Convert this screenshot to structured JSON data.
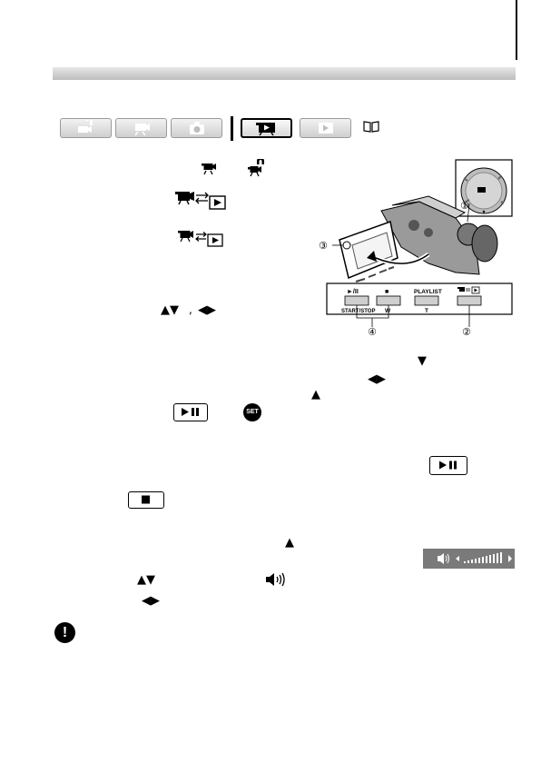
{
  "header": {
    "modes": [
      {
        "name": "dual-shot",
        "active": false
      },
      {
        "name": "movie-record",
        "active": false
      },
      {
        "name": "photo-record",
        "active": false
      },
      {
        "name": "movie-playback",
        "active": true
      },
      {
        "name": "photo-playback",
        "active": false
      }
    ],
    "book_icon": "book-icon"
  },
  "inline_icons": {
    "play_pause_symbol": "▶ ❚❚",
    "stop_symbol": "■",
    "set_label": "SET",
    "up_down": "▲▼",
    "left_right": "◀▶",
    "down": "▼",
    "up": "▲"
  },
  "diagram": {
    "callouts": [
      "①",
      "②",
      "③",
      "④"
    ],
    "buttons": {
      "play": "►/II",
      "stop": "■",
      "playlist": "PLAYLIST",
      "start_stop": "START/STOP",
      "t_label": "T",
      "w_label": "W"
    }
  }
}
